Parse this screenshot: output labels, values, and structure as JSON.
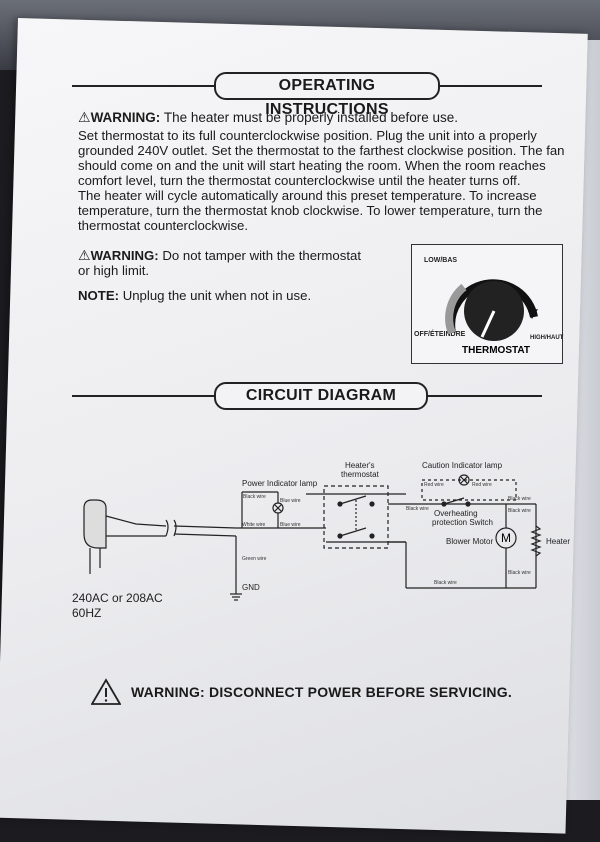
{
  "operating": {
    "title": "OPERATING INSTRUCTIONS",
    "warning1_label": "WARNING:",
    "warning1_text": " The heater must be properly installed before use.",
    "para": [
      "Set thermostat to its full counterclockwise position. Plug the unit into a properly",
      "grounded 240V outlet. Set the thermostat to the farthest clockwise position. The fan",
      "should come on and the unit will start heating the room. When the room reaches",
      "comfort level, turn the thermostat counterclockwise until the heater turns off.",
      "The heater will cycle automatically around this preset temperature. To increase",
      "temperature, turn the thermostat knob clockwise. To lower temperature, turn the",
      "thermostat counterclockwise."
    ],
    "warning2_label": "WARNING:",
    "warning2_line1": " Do not tamper with the thermostat",
    "warning2_line2": "or high limit.",
    "note_label": "NOTE:",
    "note_text": " Unplug the unit when not in use."
  },
  "dial": {
    "low": "LOW/BAS",
    "off": "OFF/ÉTEINDRE",
    "high": "HIGH/HAUT",
    "name": "THERMOSTAT"
  },
  "circuit": {
    "title": "CIRCUIT DIAGRAM",
    "heaters_thermostat": "Heater's",
    "heaters_thermostat2": "thermostat",
    "caution_lamp": "Caution Indicator lamp",
    "power_lamp": "Power Indicator lamp",
    "black_wire": "Black wire",
    "blue_wire": "Blue wire",
    "white_wire": "White wire",
    "green_wire": "Green wire",
    "red_wire": "Red wire",
    "overheating": "Overheating",
    "protection_switch": "protection Switch",
    "blower_motor": "Blower Motor",
    "motor_symbol": "M",
    "heater": "Heater",
    "gnd": "GND",
    "supply1": "240AC or 208AC",
    "supply2": "60HZ"
  },
  "bottom_warning": "WARNING: DISCONNECT POWER BEFORE SERVICING.",
  "icons": {
    "warning": "warning-triangle-icon",
    "plug": "power-plug-icon"
  }
}
